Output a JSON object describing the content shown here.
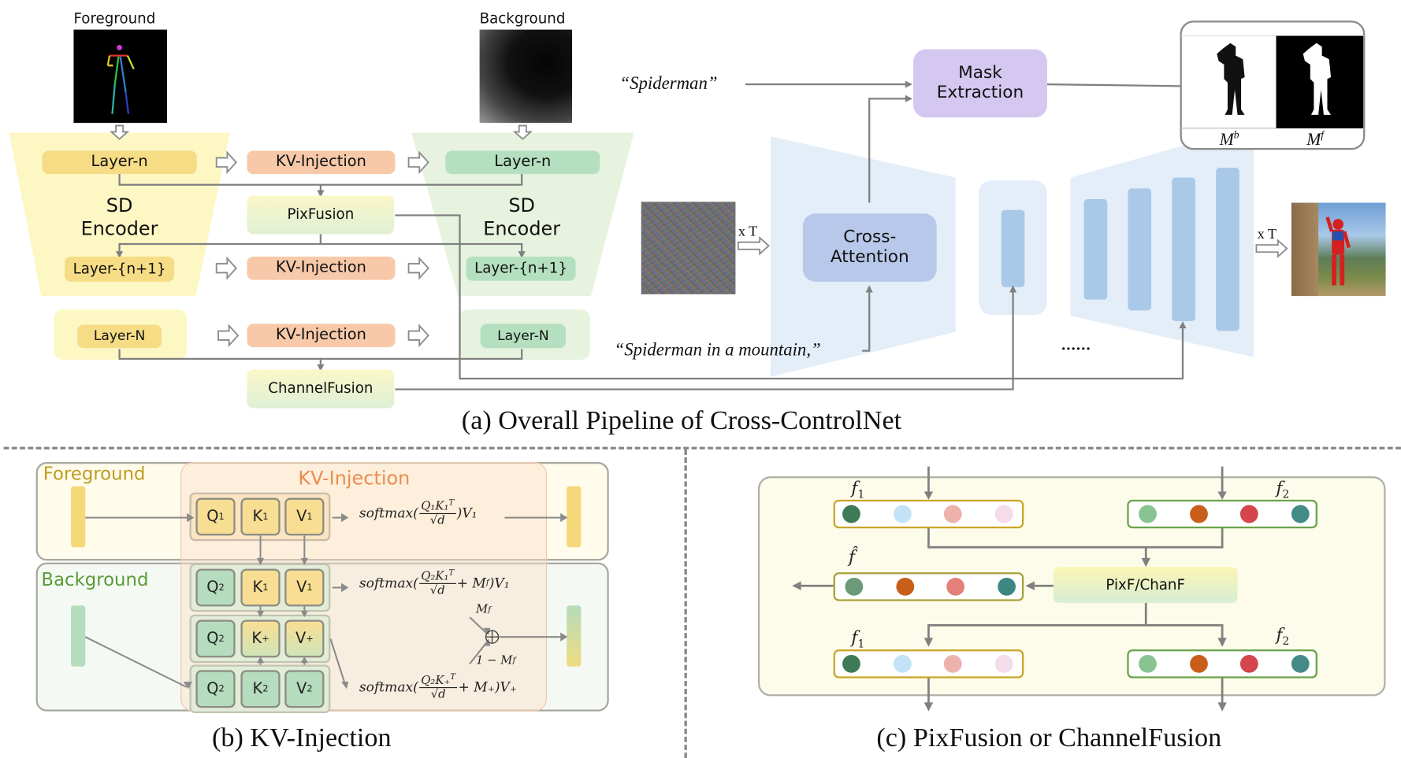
{
  "panel_a": {
    "caption": "(a)  Overall Pipeline of Cross-ControlNet",
    "foreground_label": "Foreground",
    "background_label": "Background",
    "foreground_image": "pose-skeleton",
    "background_image": "depth-map",
    "fg_encoder": {
      "title_line1": "SD",
      "title_line2": "Encoder",
      "layer_n": "Layer-n",
      "layer_n1": "Layer-{n+1}",
      "layer_N": "Layer-N"
    },
    "bg_encoder": {
      "title_line1": "SD",
      "title_line2": "Encoder",
      "layer_n": "Layer-n",
      "layer_n1": "Layer-{n+1}",
      "layer_N": "Layer-N"
    },
    "kv_injection": [
      "KV-Injection",
      "KV-Injection",
      "KV-Injection"
    ],
    "pixfusion": "PixFusion",
    "channelfusion": "ChannelFusion",
    "prompt_short": "“Spiderman”",
    "prompt_long": "“Spiderman in a mountain,”",
    "noise_image": "gaussian-noise",
    "xt_in": "x T",
    "xt_out": "x T",
    "cross_attention_line1": "Cross-",
    "cross_attention_line2": "Attention",
    "mask_extraction_line1": "Mask",
    "mask_extraction_line2": "Extraction",
    "mask_b_label": "M",
    "mask_b_sup": "b",
    "mask_f_label": "M",
    "mask_f_sup": "f",
    "ellipsis": "......",
    "output_image": "spiderman-in-mountain"
  },
  "panel_b": {
    "caption": "(b)  KV-Injection",
    "title": "KV-Injection",
    "foreground_label": "Foreground",
    "background_label": "Background",
    "row1": [
      "Q",
      "K",
      "V"
    ],
    "row1_sub": [
      "1",
      "1",
      "1"
    ],
    "row2": [
      "Q",
      "K",
      "V"
    ],
    "row2_sub": [
      "2",
      "1",
      "1"
    ],
    "row3": [
      "Q",
      "K",
      "V"
    ],
    "row3_sub": [
      "2",
      "+",
      "+"
    ],
    "row4": [
      "Q",
      "K",
      "V"
    ],
    "row4_sub": [
      "2",
      "2",
      "2"
    ],
    "formula1": {
      "prefix": "softmax(",
      "num": "Q₁K₁",
      "num_sup": "T",
      "den": "√d",
      "suffix": ")V₁"
    },
    "formula2": {
      "prefix": "softmax(",
      "num": "Q₂K₁",
      "num_sup": "T",
      "den": "√d",
      "suffix": " + M",
      "suffix_sup": "f",
      "tail": ")V₁"
    },
    "formula3": {
      "prefix": "softmax(",
      "num": "Q₂K₊",
      "num_sup": "T",
      "den": "√d",
      "suffix": " + M₊)V₊"
    },
    "mf_label": "M",
    "mf_sup": "f",
    "one_minus_mf": "1 − M",
    "one_minus_mf_sup": "f",
    "oplus": "⊕"
  },
  "panel_c": {
    "caption": "(c)  PixFusion or ChannelFusion",
    "fusion_label": "PixF/ChanF",
    "f1_label": "f",
    "f1_sub": "1",
    "f2_label": "f",
    "f2_sub": "2",
    "fhat_label": "f̂",
    "colors": {
      "f1": [
        "#3f7a57",
        "#c3e2f5",
        "#eeb2ac",
        "#f4dcea"
      ],
      "f2": [
        "#88c392",
        "#c85e19",
        "#d4454c",
        "#448a86"
      ],
      "fhat": [
        "#6a9a78",
        "#c85e19",
        "#e3807a",
        "#3d8782"
      ]
    }
  },
  "colors": {
    "fg_yellow": "#f5dc85",
    "bg_green": "#b4e0bf",
    "kv_orange": "#f7c9a9",
    "mask_purple": "#d4c7f0",
    "cross_attn_blue": "#b8c8ea",
    "unet_light": "#e3eef9",
    "unet_block": "#aac8e8",
    "arrow_gray": "#808080"
  }
}
